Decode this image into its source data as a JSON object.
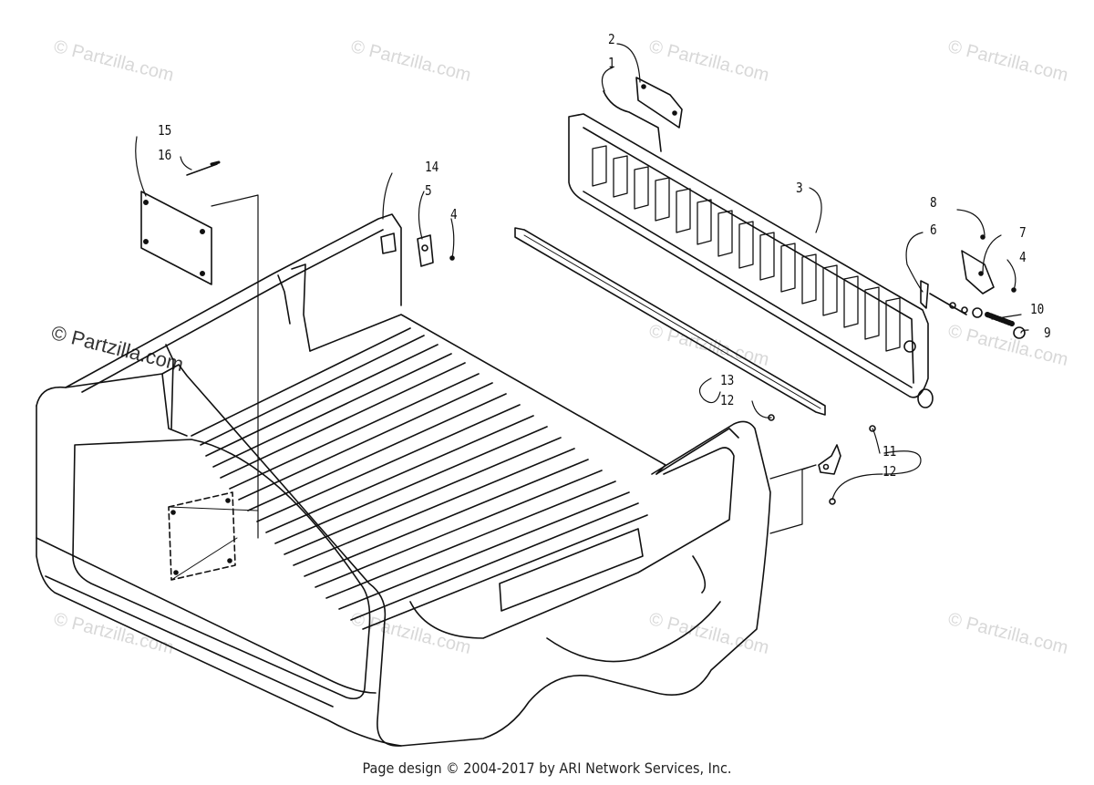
{
  "callouts": {
    "c1": "1",
    "c2": "2",
    "c3": "3",
    "c4a": "4",
    "c4b": "4",
    "c5": "5",
    "c6": "6",
    "c7": "7",
    "c8": "8",
    "c9": "9",
    "c10": "10",
    "c11": "11",
    "c12a": "12",
    "c12b": "12",
    "c13": "13",
    "c14": "14",
    "c15": "15",
    "c16": "16"
  },
  "watermark_text": "© Partzilla.com",
  "footer_text": "Page design © 2004-2017 by ARI Network Services, Inc."
}
